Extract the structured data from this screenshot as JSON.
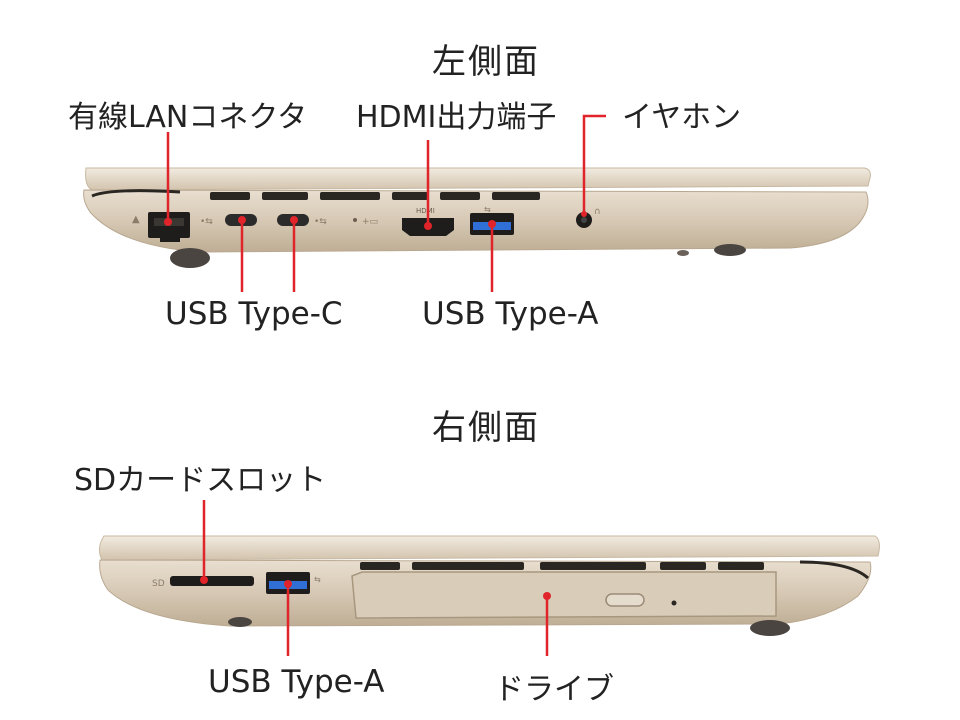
{
  "left_side": {
    "title": "左側面",
    "labels": {
      "lan": "有線LANコネクタ",
      "hdmi": "HDMI出力端子",
      "earphone": "イヤホン",
      "usb_c": "USB Type-C",
      "usb_a": "USB Type-A"
    }
  },
  "right_side": {
    "title": "右側面",
    "labels": {
      "sd": "SDカードスロット",
      "usb_a": "USB Type-A",
      "drive": "ドライブ"
    }
  },
  "colors": {
    "body": "#d6c8b4",
    "body_dark": "#b9a890",
    "callout": "#e0242a",
    "port": "#2b2b2b",
    "usb_blue": "#2f6fd6"
  }
}
